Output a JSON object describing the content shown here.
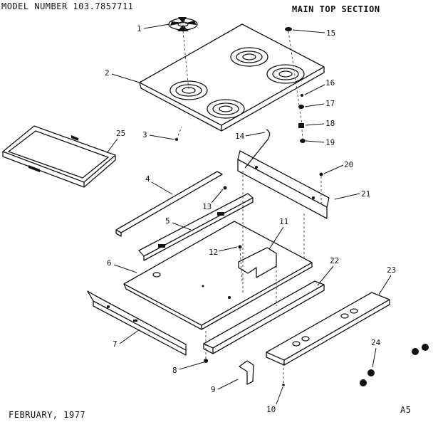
{
  "header": {
    "model": "MODEL NUMBER 103.7857711",
    "section": "MAIN TOP SECTION"
  },
  "footer": {
    "date": "FEBRUARY, 1977",
    "page": "A5"
  },
  "callouts": [
    "1",
    "2",
    "3",
    "4",
    "5",
    "6",
    "7",
    "8",
    "9",
    "10",
    "11",
    "12",
    "13",
    "14",
    "15",
    "16",
    "17",
    "18",
    "19",
    "20",
    "21",
    "22",
    "23",
    "24",
    "25"
  ]
}
